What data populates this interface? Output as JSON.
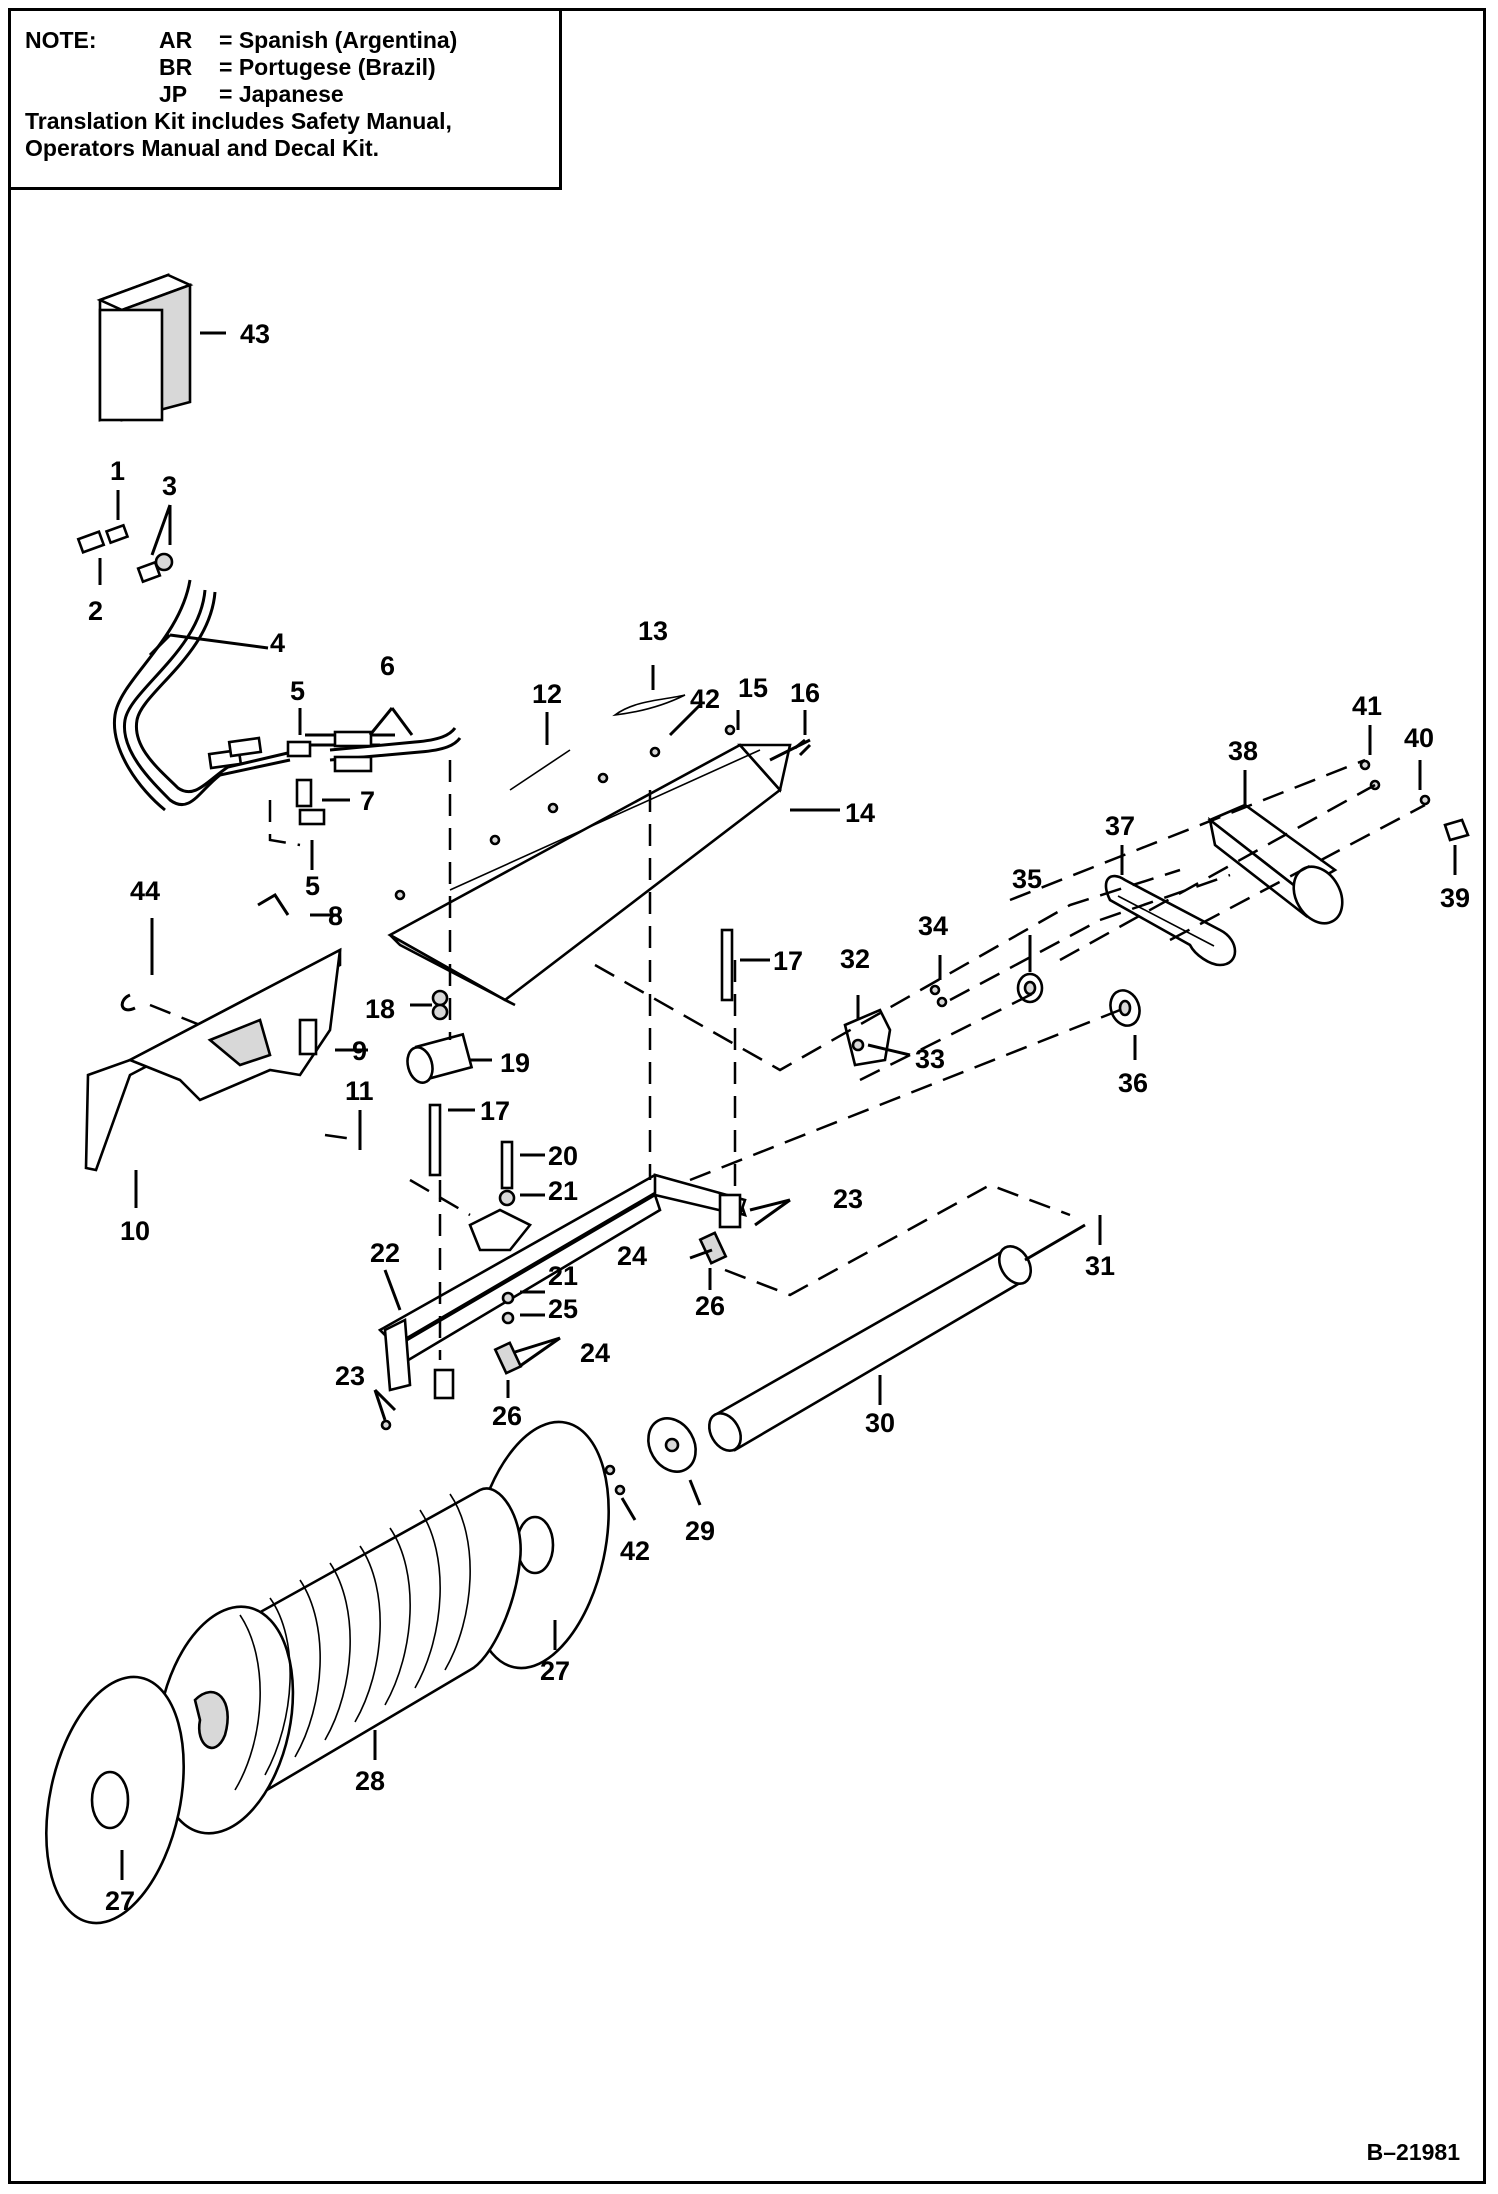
{
  "note": {
    "title": "NOTE:",
    "entries": [
      {
        "code": "AR",
        "sep": "=",
        "label": "Spanish (Argentina)"
      },
      {
        "code": "BR",
        "sep": "=",
        "label": "Portugese (Brazil)"
      },
      {
        "code": "JP",
        "sep": "=",
        "label": "Japanese"
      }
    ],
    "line1": "Translation Kit includes Safety Manual,",
    "line2": "Operators Manual and Decal Kit."
  },
  "drawing_code": "B–21981",
  "callouts": [
    "1",
    "2",
    "3",
    "4",
    "5",
    "5",
    "6",
    "7",
    "8",
    "9",
    "10",
    "11",
    "12",
    "13",
    "14",
    "15",
    "16",
    "17",
    "17",
    "18",
    "19",
    "20",
    "21",
    "21",
    "22",
    "23",
    "23",
    "24",
    "24",
    "25",
    "26",
    "26",
    "27",
    "27",
    "28",
    "29",
    "30",
    "31",
    "32",
    "33",
    "34",
    "35",
    "36",
    "37",
    "38",
    "39",
    "40",
    "41",
    "42",
    "42",
    "43",
    "44"
  ]
}
